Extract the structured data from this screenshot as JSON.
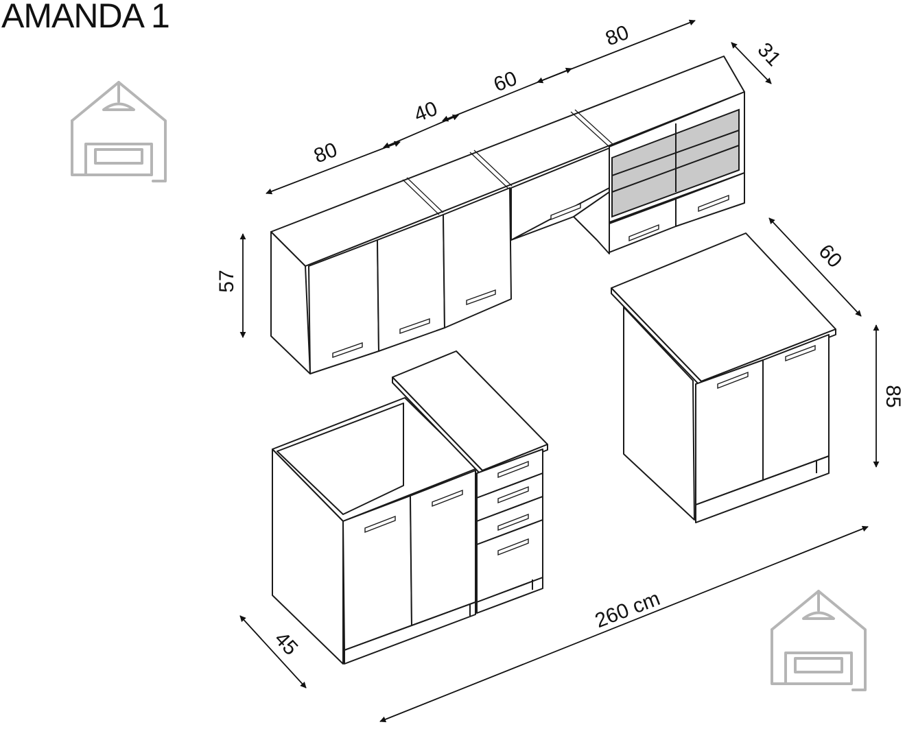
{
  "title": "AMANDA 1",
  "dimensions": {
    "upper_w1": "80",
    "upper_w2": "40",
    "upper_w3": "60",
    "upper_w4": "80",
    "upper_depth": "31",
    "upper_height": "57",
    "base_depth_right": "60",
    "base_height": "85",
    "base_depth_left": "45",
    "total_length": "260 cm"
  },
  "icons": [
    "house-sofa-logo-icon",
    "house-sofa-logo-icon"
  ],
  "colors": {
    "line": "#1a1a1a",
    "glass": "#c9c9c9",
    "logo": "#b5b5b5"
  }
}
